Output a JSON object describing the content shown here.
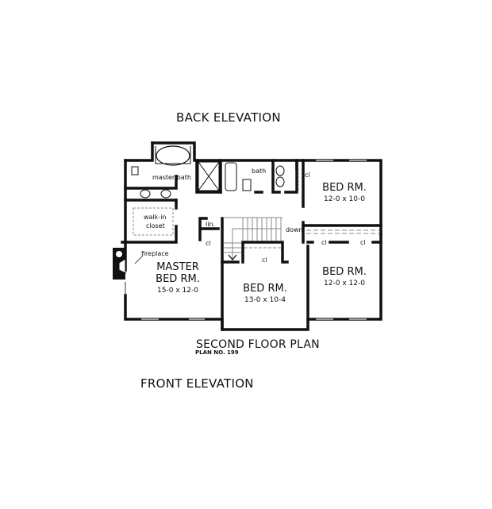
{
  "labels": {
    "back_elevation": "BACK ELEVATION",
    "front_elevation": "FRONT ELEVATION",
    "plan_title": "SECOND FLOOR PLAN",
    "plan_number": "PLAN NO. 199"
  },
  "rooms": [
    {
      "id": "master-bed",
      "name_line1": "MASTER",
      "name_line2": "BED RM.",
      "dims": "15-0  x  12-0"
    },
    {
      "id": "bed-front-center",
      "name_line1": "BED RM.",
      "dims": "13-0  x  10-4"
    },
    {
      "id": "bed-back-right",
      "name_line1": "BED RM.",
      "dims": "12-0  x  10-0"
    },
    {
      "id": "bed-front-right",
      "name_line1": "BED RM.",
      "dims": "12-0  x  12-0"
    }
  ],
  "small_labels": {
    "master_bath": "master  bath",
    "bath": "bath",
    "walk_in_1": "walk-in",
    "walk_in_2": "closet",
    "linen": "lin.",
    "closet": "cl",
    "down": "down",
    "fireplace": "fireplace"
  },
  "colors": {
    "wall": "#111111",
    "window": "#9a9a9a",
    "dash": "#888888"
  }
}
